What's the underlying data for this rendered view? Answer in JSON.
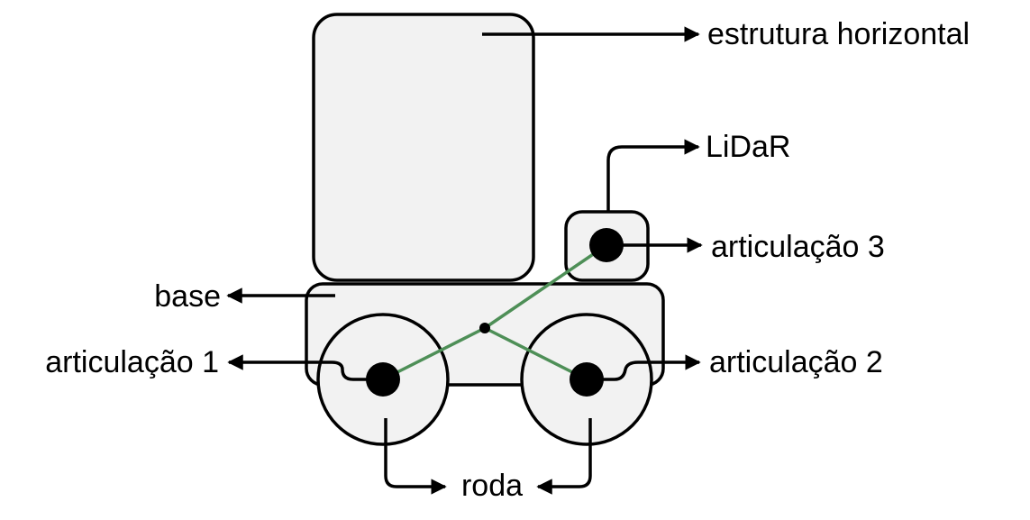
{
  "labels": {
    "estrutura": "estrutura horizontal",
    "lidar": "LiDaR",
    "art3": "articulação 3",
    "base": "base",
    "art1": "articulação 1",
    "art2": "articulação 2",
    "roda": "roda"
  },
  "colors": {
    "fill": "#f2f2f2",
    "stroke": "#000000",
    "link": "#4e8f57"
  }
}
